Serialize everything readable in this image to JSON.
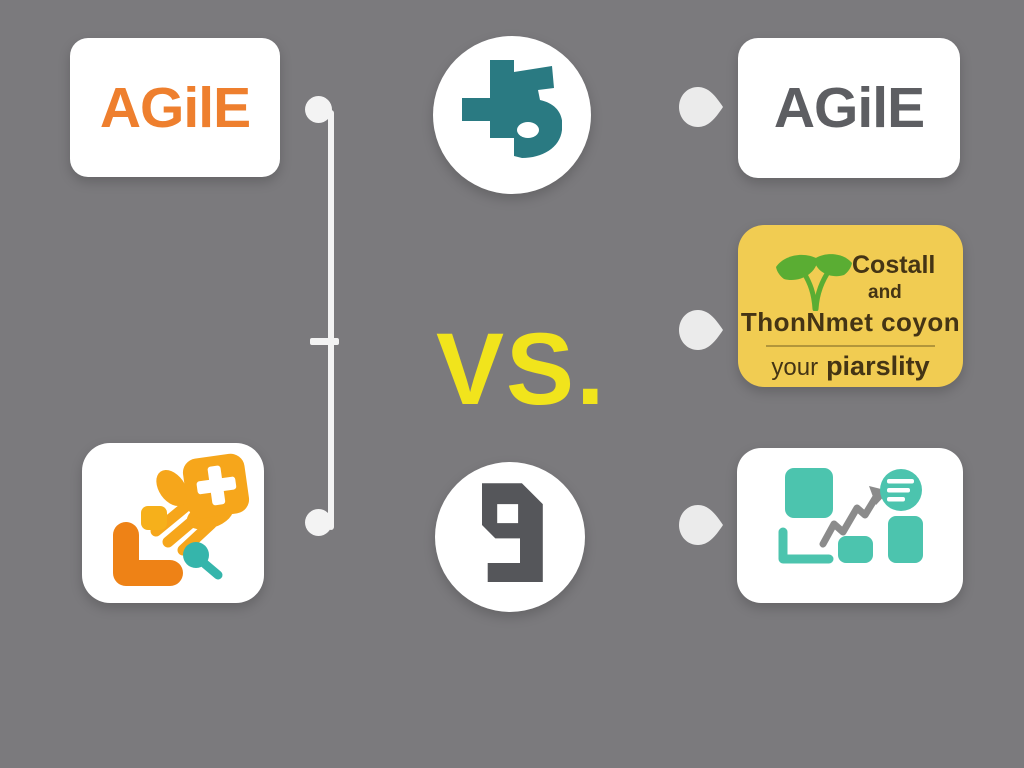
{
  "page": {
    "kind": "comparison-infographic",
    "background": "#7b7a7d"
  },
  "colors": {
    "background_gray": "#7b7a7d",
    "card_white": "#ffffff",
    "agile_orange": "#ee7f2e",
    "agile_gray": "#5d5e62",
    "monogram_teal": "#2a7a82",
    "monogram_dark_gray": "#55565a",
    "vs_yellow": "#f1e41c",
    "amber_card": "#f1cc52",
    "amber_text_brown": "#443415",
    "leaf_green": "#5aad33",
    "icon_orange": "#f6a61b",
    "icon_orange_deep": "#ee8216",
    "magnifier_teal": "#35b5ab",
    "chart_teal": "#4cc4ae",
    "zigzag_gray": "#8b8b8b",
    "timeline_white": "#f3f3f3",
    "arrow_white": "#ebebeb"
  },
  "top_left_card": {
    "label": "AGilE"
  },
  "top_center_badge": {
    "icon": "plus-b-monogram-icon"
  },
  "top_right_card": {
    "label": "AGilE"
  },
  "versus": {
    "label": "VS."
  },
  "middle_right_card": {
    "icon": "sprout-leaves-icon",
    "title": "Costall",
    "connector": "and",
    "subtitle": "ThonNmet coyon",
    "tagline_prefix": "your",
    "tagline_emphasis": "piarslity"
  },
  "bottom_left_card": {
    "icons": [
      "fist-medical-cross-icon",
      "corner-bracket-icon",
      "small-tile-icon",
      "magnifier-icon"
    ]
  },
  "bottom_center_badge": {
    "icon": "blocky-nine-monogram-icon"
  },
  "bottom_right_card": {
    "icons": [
      "big-tile-icon",
      "axis-icon",
      "growth-zigzag-arrow-icon",
      "notes-circle-icon",
      "small-tile-icon",
      "tall-tile-icon"
    ]
  },
  "timeline": {
    "dots": 2,
    "ticks": 1
  },
  "arrows": {
    "count": 3,
    "icon": "teardrop-arrow-icon"
  }
}
